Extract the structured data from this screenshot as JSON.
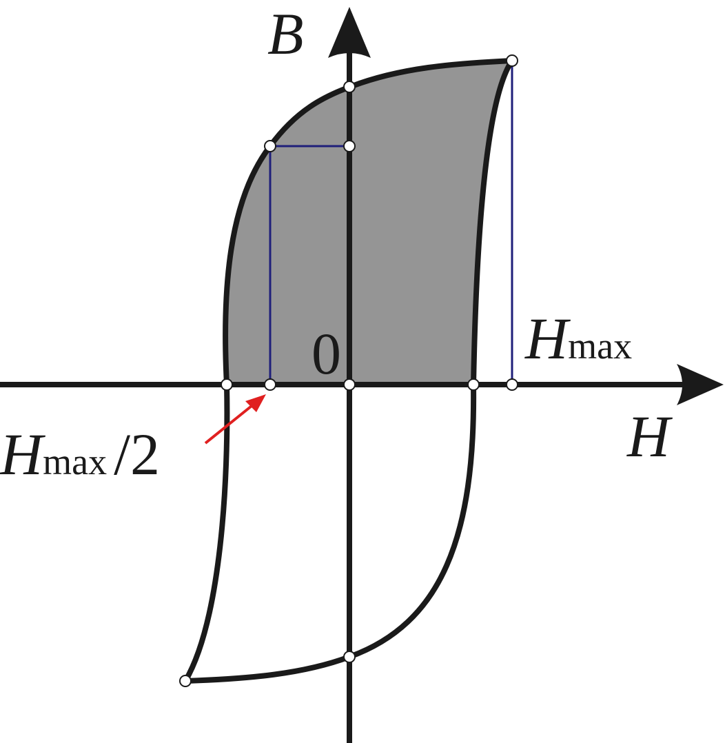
{
  "diagram": {
    "axis_labels": {
      "vertical": "B",
      "horizontal": "H"
    },
    "origin_label": "0",
    "hmax_label": {
      "main": "H",
      "sub": "max"
    },
    "hmax_half_label": {
      "main": "H",
      "sub": "max",
      "suffix": "/2"
    },
    "colors": {
      "loop_stroke": "#1a1a1a",
      "shaded_region": "#959595",
      "guide_lines": "#1f1f7a",
      "arrow": "#e02020",
      "marker_fill": "#ffffff"
    }
  }
}
